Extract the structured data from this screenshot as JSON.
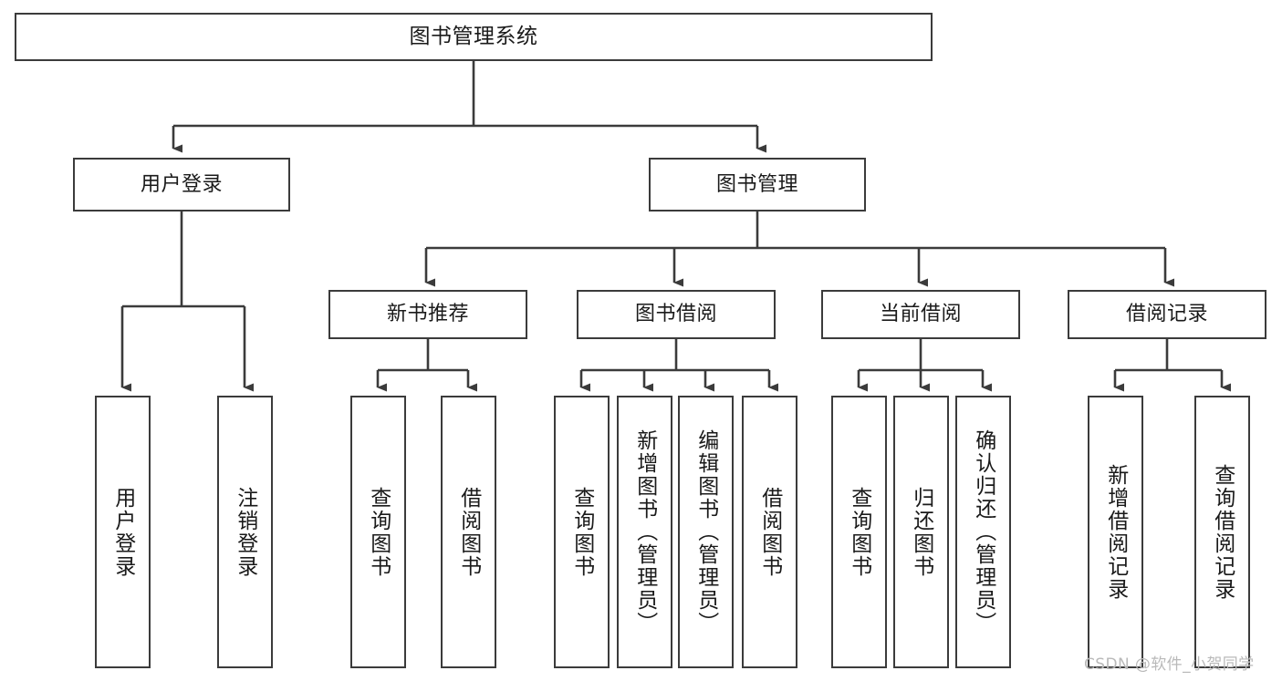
{
  "diagram": {
    "title": "图书管理系统",
    "type": "tree-hierarchy-chart",
    "watermark": "CSDN @软件_小贺同学",
    "colors": {
      "box_border": "#3b3b3b",
      "box_fill": "#ffffff",
      "connector": "#3b3b3b",
      "text": "#1a1a1a",
      "watermark": "#b9b9b9",
      "background": "#ffffff"
    },
    "root": {
      "label": "图书管理系统"
    },
    "level2": [
      {
        "label": "用户登录"
      },
      {
        "label": "图书管理"
      }
    ],
    "level3": [
      {
        "label": "新书推荐"
      },
      {
        "label": "图书借阅"
      },
      {
        "label": "当前借阅"
      },
      {
        "label": "借阅记录"
      }
    ],
    "leaves": {
      "user_login": [
        {
          "label": "用户登录"
        },
        {
          "label": "注销登录"
        }
      ],
      "new_book_recommend": [
        {
          "label": "查询图书"
        },
        {
          "label": "借阅图书"
        }
      ],
      "book_borrow": [
        {
          "label": "查询图书"
        },
        {
          "label": "新增图书（管理员）"
        },
        {
          "label": "编辑图书（管理员）"
        },
        {
          "label": "借阅图书"
        }
      ],
      "current_borrow": [
        {
          "label": "查询图书"
        },
        {
          "label": "归还图书"
        },
        {
          "label": "确认归还（管理员）"
        }
      ],
      "borrow_record": [
        {
          "label": "新增借阅记录"
        },
        {
          "label": "查询借阅记录"
        }
      ]
    }
  }
}
